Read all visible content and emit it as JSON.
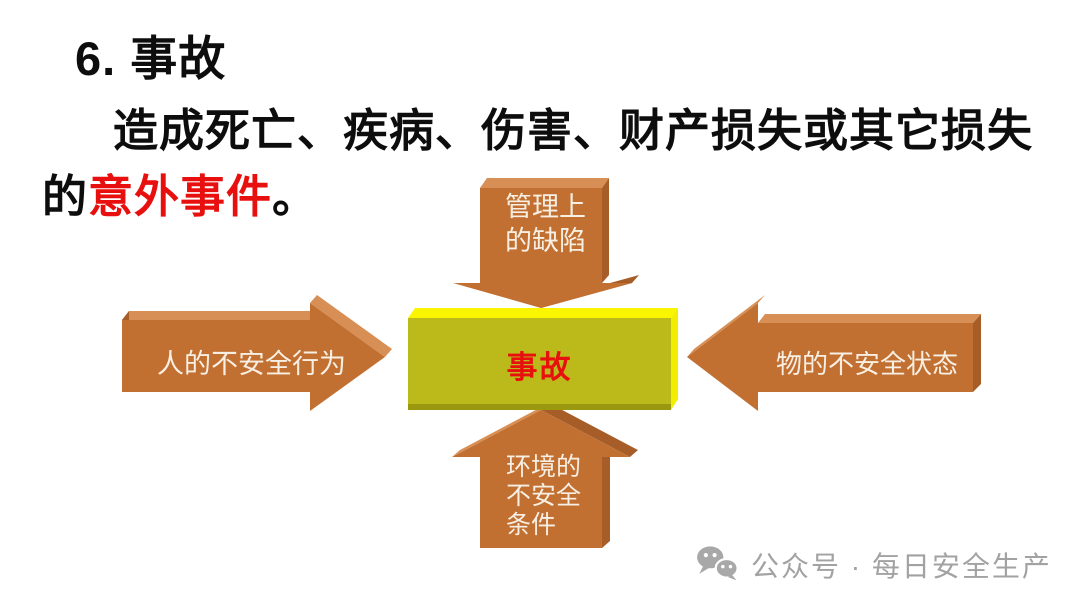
{
  "slide": {
    "title": "6. 事故",
    "body_line": "造成死亡、疾病、伤害、财产损失或其它损失",
    "body_prefix": "的",
    "body_highlight": "意外事件",
    "body_period": "。"
  },
  "diagram": {
    "center_label": "事故",
    "top_arrow": {
      "lines": [
        "管理上",
        "的缺陷"
      ]
    },
    "left_arrow": {
      "label": "人的不安全行为"
    },
    "right_arrow": {
      "label": "物的不安全状态"
    },
    "bottom_arrow": {
      "lines": [
        "环境的",
        "不安全",
        "条件"
      ]
    }
  },
  "watermark": {
    "label": "公众号 · 每日安全生产"
  },
  "colors": {
    "heading_black": "#0d0d0d",
    "accent_red": "#e8100e",
    "arrow_front": "#c27032",
    "arrow_light_face": "#d88f55",
    "arrow_dark_face": "#a65d28",
    "arrow_text": "#f7efe3",
    "box_front": "#bcba1b",
    "box_bright": "#faf500",
    "box_shadow": "#9a980f",
    "watermark_gray": "#a2a2a2"
  }
}
